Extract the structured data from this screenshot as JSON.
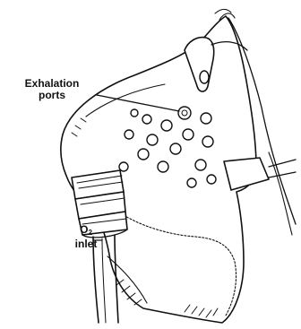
{
  "labels": {
    "exhalation_line1": "Exhalation",
    "exhalation_line2": "ports",
    "inlet_o": "O",
    "inlet_sub": "2",
    "inlet_line2": "inlet"
  },
  "colors": {
    "ink": "#111111",
    "background": "#ffffff"
  }
}
